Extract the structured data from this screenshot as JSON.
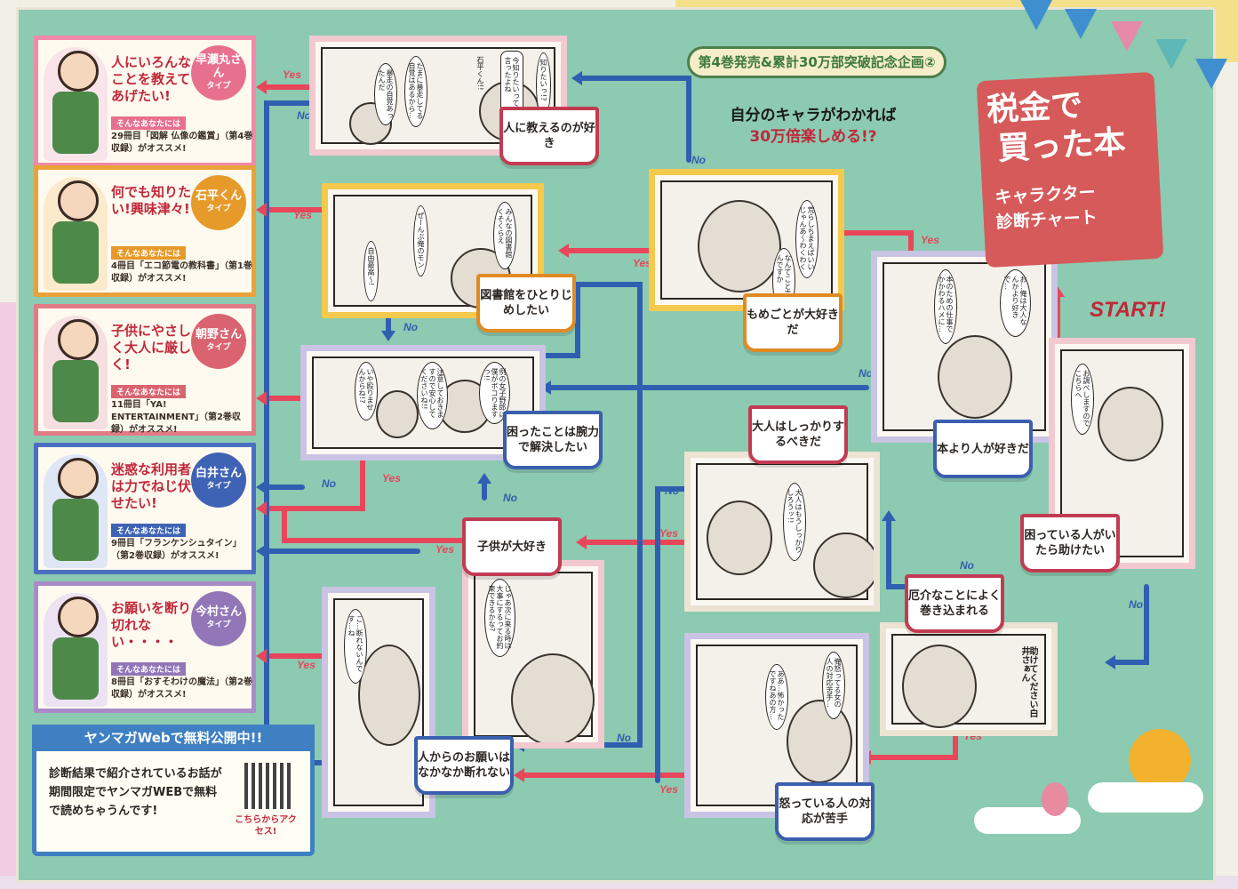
{
  "header": {
    "campaign": "第4巻発売&累計30万部突破記念企画②",
    "tagline_line1": "自分のキャラがわかれば",
    "tagline_line2": "30万倍楽しめる!?",
    "logo_line1": "税金で",
    "logo_line2": "買った本",
    "logo_sub1": "キャラクター",
    "logo_sub2": "診断チャート",
    "start": "START!"
  },
  "results": [
    {
      "title": "人にいろんなことを教えてあげたい!",
      "name": "早瀬丸さん",
      "type": "タイプ",
      "sub": "そんなあなたには",
      "reco": "29冊目「図解 仏像の鑑賞」（第4巻収録）がオススメ!",
      "color": "#f08aa6"
    },
    {
      "title": "何でも知りたい!興味津々!",
      "name": "石平くん",
      "type": "タイプ",
      "sub": "そんなあなたには",
      "reco": "4冊目「エコ節電の教科書」（第1巻収録）がオススメ!",
      "color": "#e9a23a"
    },
    {
      "title": "子供にやさしく大人に厳しく!",
      "name": "朝野さん",
      "type": "タイプ",
      "sub": "そんなあなたには",
      "reco": "11冊目「YA! ENTERTAINMENT」（第2巻収録）がオススメ!",
      "color": "#e37b86"
    },
    {
      "title": "迷惑な利用者は力でねじ伏せたい!",
      "name": "白井さん",
      "type": "タイプ",
      "sub": "そんなあなたには",
      "reco": "9冊目「フランケンシュタイン」（第2巻収録）がオススメ!",
      "color": "#4a6fc0"
    },
    {
      "title": "お願いを断り切れない・・・・",
      "name": "今村さん",
      "type": "タイプ",
      "sub": "そんなあなたには",
      "reco": "8冊目「おすそわけの魔法」（第2巻収録）がオススメ!",
      "color": "#a98bc7"
    }
  ],
  "questions": {
    "q_teach": "人に教えるのが好き",
    "q_library": "図書館をひとりじめしたい",
    "q_trouble_power": "困ったことは腕力で解決したい",
    "q_children": "子供が大好き",
    "q_requests": "人からのお願いはなかなか断れない",
    "q_trouble_lover": "もめごとが大好きだ",
    "q_people": "本より人が好きだ",
    "q_adults": "大人はしっかりするべきだ",
    "q_help": "困っている人がいたら助けたい",
    "q_involved": "厄介なことによく巻き込まれる",
    "q_angry": "怒っている人の対応が苦手"
  },
  "bubbles": {
    "p1a": "知りたいっ!?",
    "p1b": "今知りたいって言ったよね",
    "p1c": "石平くん!!",
    "p1d": "たまに暴走してる自覚はあるから…",
    "p1e": "暴走の自覚あったんだ",
    "p2a": "みんなの図書館くそくらえ",
    "p2b": "ぜーんぶ俺のモン",
    "p2c": "自由最高～!",
    "p3a": "荒らしちまえばいいじゃんあ〜わくわく",
    "p3b": "なんてこと言うんですか",
    "p4a": "いや殴りませんからね!?",
    "p4b": "注意しておきますので安心してくださいね!!",
    "p4c": "例の女子野郎は僕がボコりますっ!!",
    "p5a": "お…俺は大人なんかより好きで…",
    "p5b": "本のための仕事でかかわるハメに…",
    "p6a": "大人はもうしっかりしろうッ!!",
    "p7a": "じゃあ次に来る時は大事にするってお約束できるかな?",
    "p8a": "こ…断れないんです…ね",
    "p9a": "俺怒ってる女の人の対応苦手…",
    "p9b": "ああ…怖かったですねあの方…",
    "p10a": "助けてください白井さぁん",
    "p11a": "お調べしますのでこちらへ"
  },
  "labels": {
    "yes": "Yes",
    "no": "No"
  },
  "promo": {
    "title": "ヤンマガWebで無料公開中!!",
    "body": "診断結果で紹介されているお話が 期間限定でヤンマガWEBで無料で読めちゃうんです!",
    "access": "こちらからアクセス!"
  },
  "colors": {
    "board": "#8ccab1",
    "yes": "#e8465a",
    "no": "#2f5fb0"
  }
}
